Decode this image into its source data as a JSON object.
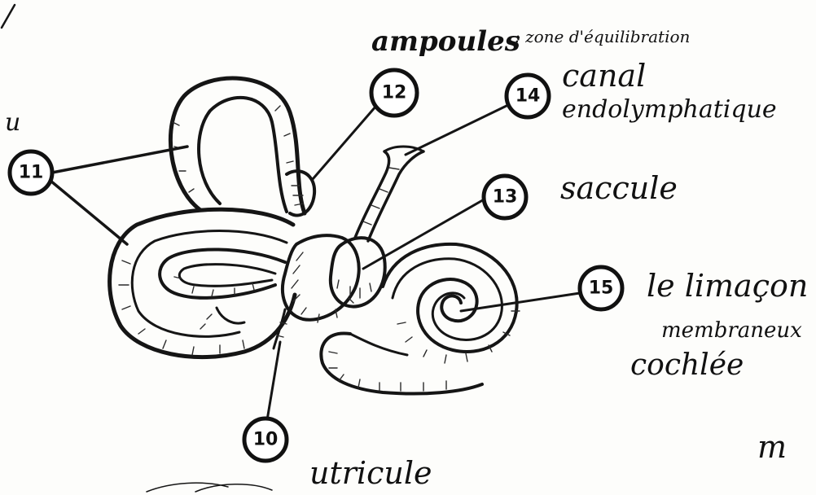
{
  "callouts": [
    {
      "id": "callout-11",
      "number": "11"
    },
    {
      "id": "callout-12",
      "number": "12"
    },
    {
      "id": "callout-14",
      "number": "14"
    },
    {
      "id": "callout-13",
      "number": "13"
    },
    {
      "id": "callout-15",
      "number": "15"
    },
    {
      "id": "callout-10",
      "number": "10"
    }
  ],
  "labels": {
    "ampoules": "ampoules",
    "ampoules_note": ": zone d'équilibration",
    "canal_line1": "canal",
    "canal_line2": "endolymphatique",
    "saccule": "saccule",
    "cochlea_line1": "le limaçon",
    "cochlea_line2": "membraneux",
    "cochlea_line3": "cochlée",
    "utricule": "utricule",
    "edge_left": "u",
    "corner_mark": "m"
  }
}
